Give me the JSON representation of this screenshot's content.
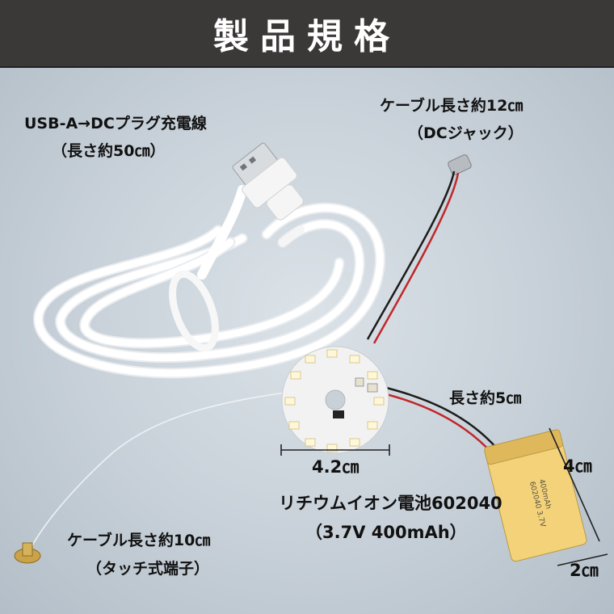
{
  "header": {
    "title": "製品規格"
  },
  "labels": {
    "usb_cable_line1": "USB-A→DCプラグ充電線",
    "usb_cable_line2": "（長さ約50㎝）",
    "dc_cable_line1": "ケーブル長さ約12㎝",
    "dc_cable_line2": "（DCジャック）",
    "battery_lead": "長さ約5㎝",
    "board_width": "4.2㎝",
    "battery_height": "4㎝",
    "battery_width": "2㎝",
    "battery_line1": "リチウムイオン電池602040",
    "battery_line2": "（3.7V 400mAh）",
    "touch_cable_line1": "ケーブル長さ約10㎝",
    "touch_cable_line2": "（タッチ式端子）"
  },
  "battery_print": {
    "line1": "602040 3.7V",
    "line2": "400mAh"
  },
  "colors": {
    "header_bg": "#3b3838",
    "pcb": "#f2f2f2",
    "battery_wrap": "#f3d27a",
    "wire_red": "#c0282b"
  }
}
